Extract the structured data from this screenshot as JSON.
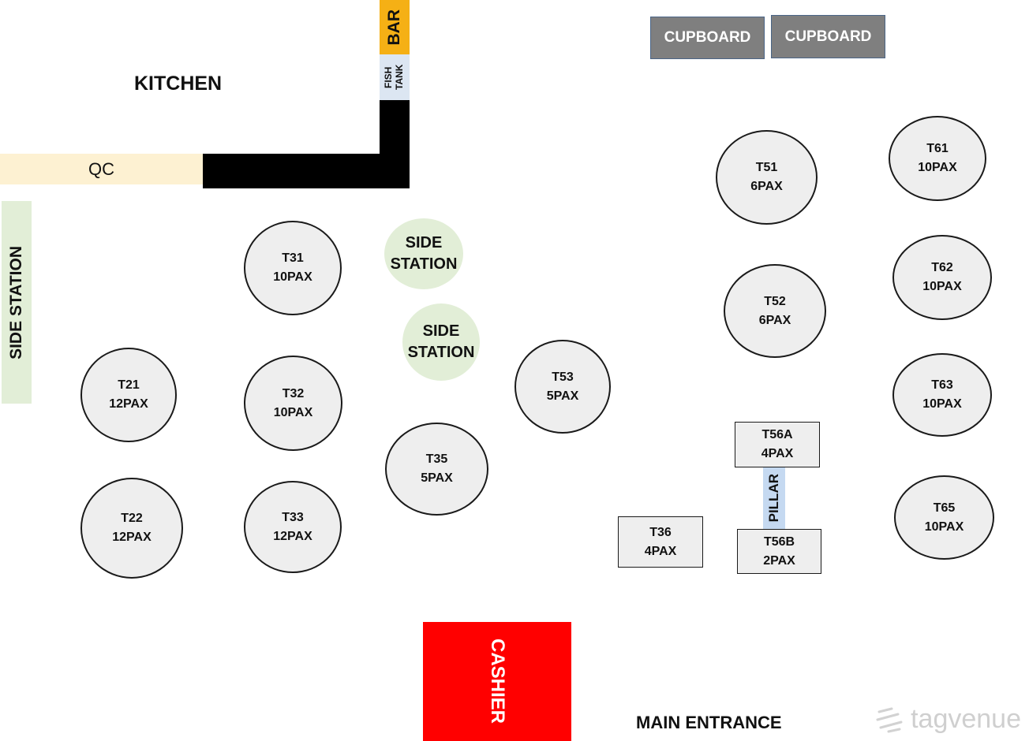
{
  "labels": {
    "kitchen": "KITCHEN",
    "bar": "BAR",
    "fish_tank": "FISH TANK",
    "qc": "QC",
    "side_station_wall": "SIDE STATION",
    "side_station_1": "SIDE STATION",
    "side_station_2": "SIDE STATION",
    "cupboard_1": "CUPBOARD",
    "cupboard_2": "CUPBOARD",
    "pillar": "PILLAR",
    "cashier": "CASHIER",
    "main_entrance": "MAIN ENTRANCE",
    "watermark": "tagvenue"
  },
  "colors": {
    "bar": "#f5b015",
    "fish_tank": "#dce6f2",
    "qc": "#fdf1d2",
    "side_station": "#e2eed7",
    "pillar": "#c5d9f1",
    "cashier": "#ff0000",
    "cupboard": "#7f7f7f",
    "wall": "#000000",
    "table": "#eeeeee"
  },
  "tables": {
    "t31": {
      "id": "T31",
      "pax": "10PAX"
    },
    "t21": {
      "id": "T21",
      "pax": "12PAX"
    },
    "t32": {
      "id": "T32",
      "pax": "10PAX"
    },
    "t22": {
      "id": "T22",
      "pax": "12PAX"
    },
    "t33": {
      "id": "T33",
      "pax": "12PAX"
    },
    "t35": {
      "id": "T35",
      "pax": "5PAX"
    },
    "t53": {
      "id": "T53",
      "pax": "5PAX"
    },
    "t51": {
      "id": "T51",
      "pax": "6PAX"
    },
    "t52": {
      "id": "T52",
      "pax": "6PAX"
    },
    "t61": {
      "id": "T61",
      "pax": "10PAX"
    },
    "t62": {
      "id": "T62",
      "pax": "10PAX"
    },
    "t63": {
      "id": "T63",
      "pax": "10PAX"
    },
    "t65": {
      "id": "T65",
      "pax": "10PAX"
    },
    "t56a": {
      "id": "T56A",
      "pax": "4PAX"
    },
    "t56b": {
      "id": "T56B",
      "pax": "2PAX"
    },
    "t36": {
      "id": "T36",
      "pax": "4PAX"
    }
  }
}
